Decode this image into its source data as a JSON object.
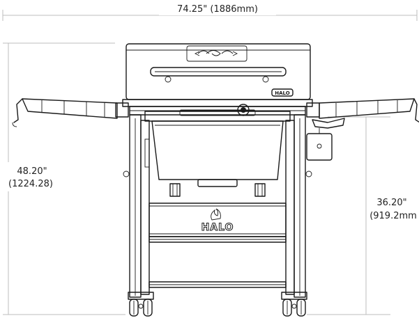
{
  "dimensions": {
    "width": "74.25\" (1886mm)",
    "height_total_in": "48.20\"",
    "height_total_mm": "(1224.28)",
    "height_cart_in": "36.20\"",
    "height_cart_mm": "(919.2mm"
  },
  "brand": {
    "front_logo": "HALO",
    "badge_logo": "HALO"
  }
}
